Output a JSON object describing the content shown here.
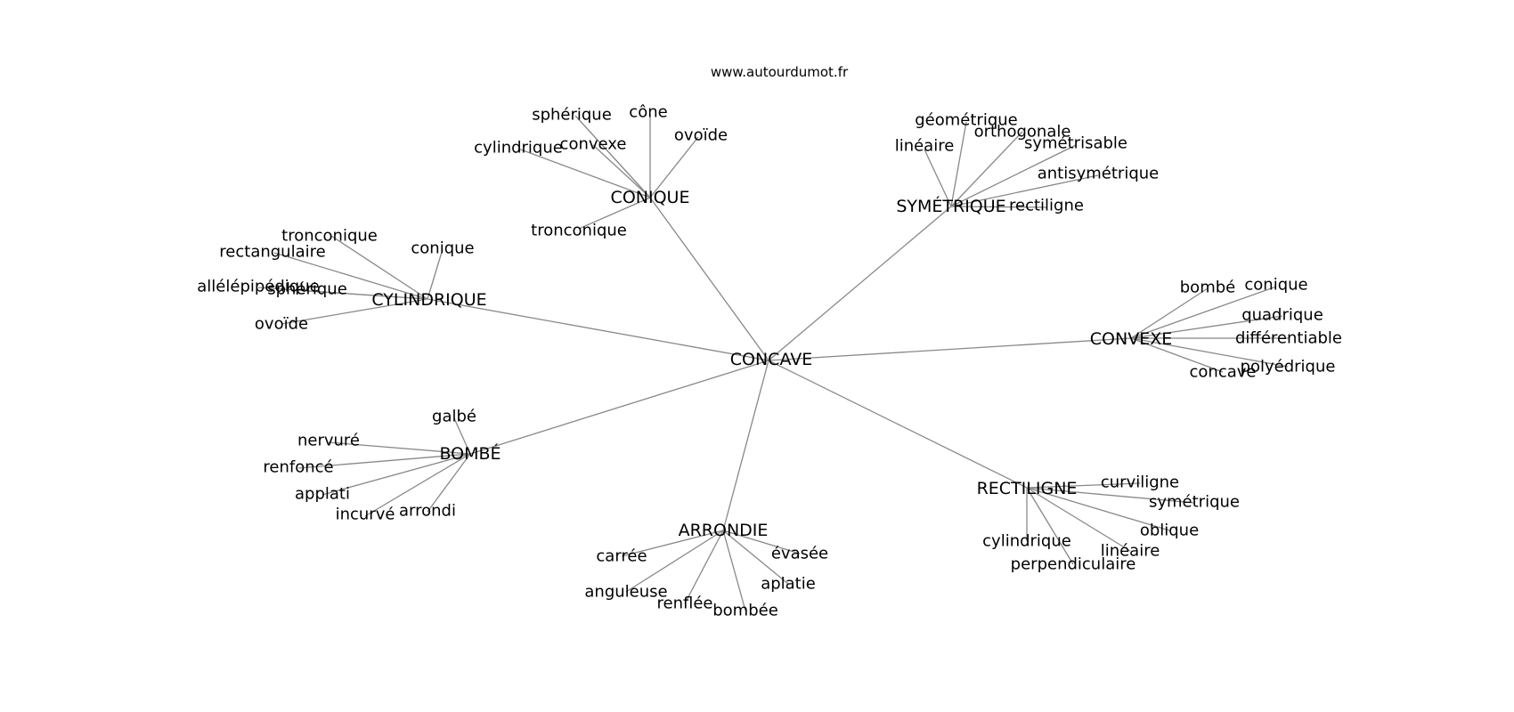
{
  "site": {
    "url": "www.autourdumot.fr"
  },
  "graph": {
    "center": "CONCAVE",
    "edge_color": "#888888",
    "clusters": [
      {
        "hub": "CONIQUE",
        "leaves": [
          "sphérique",
          "cône",
          "ovoïde",
          "cylindrique",
          "convexe",
          "tronconique"
        ]
      },
      {
        "hub": "SYMÉTRIQUE",
        "leaves": [
          "géométrique",
          "orthogonale",
          "linéaire",
          "symétrisable",
          "antisymétrique",
          "rectiligne"
        ]
      },
      {
        "hub": "CYLINDRIQUE",
        "leaves": [
          "tronconique",
          "conique",
          "rectangulaire",
          "allélépipédique",
          "sphérique",
          "ovoïde"
        ]
      },
      {
        "hub": "CONVEXE",
        "leaves": [
          "bombé",
          "conique",
          "quadrique",
          "différentiable",
          "polyédrique",
          "concave"
        ]
      },
      {
        "hub": "BOMBÉ",
        "leaves": [
          "galbé",
          "nervuré",
          "renfoncé",
          "applati",
          "incurvé",
          "arrondi"
        ]
      },
      {
        "hub": "RECTILIGNE",
        "leaves": [
          "curviligne",
          "symétrique",
          "oblique",
          "linéaire",
          "cylindrique",
          "perpendiculaire"
        ]
      },
      {
        "hub": "ARRONDIE",
        "leaves": [
          "carrée",
          "évasée",
          "aplatie",
          "anguleuse",
          "renflée",
          "bombée"
        ]
      }
    ]
  }
}
